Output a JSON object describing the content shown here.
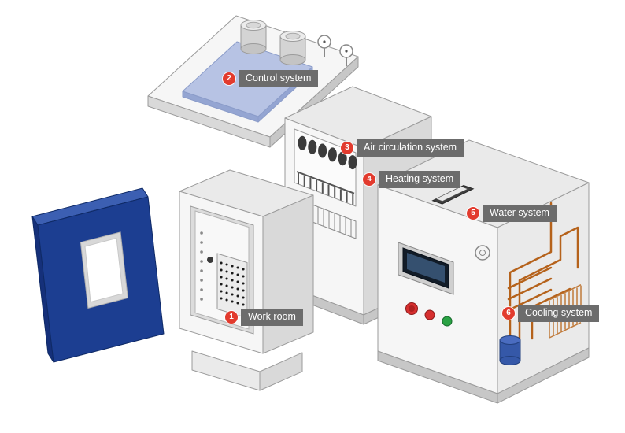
{
  "parts": [
    {
      "num": "1",
      "text": "Work room"
    },
    {
      "num": "2",
      "text": "Control system"
    },
    {
      "num": "3",
      "text": "Air circulation system"
    },
    {
      "num": "4",
      "text": "Heating system"
    },
    {
      "num": "5",
      "text": "Water system"
    },
    {
      "num": "6",
      "text": "Cooling system"
    }
  ],
  "colors": {
    "badge": "#e23b2e",
    "label_bg": "#6c6c6c",
    "label_text": "#ffffff",
    "door_blue": "#1c3e91",
    "door_top": "#3c5fb2",
    "door_side": "#15307a",
    "panel_blue": "#b7c3e4",
    "copper": "#b5621b",
    "button_red": "#d62f2f",
    "button_green": "#2aa244",
    "compressor_blue": "#3558a8"
  }
}
